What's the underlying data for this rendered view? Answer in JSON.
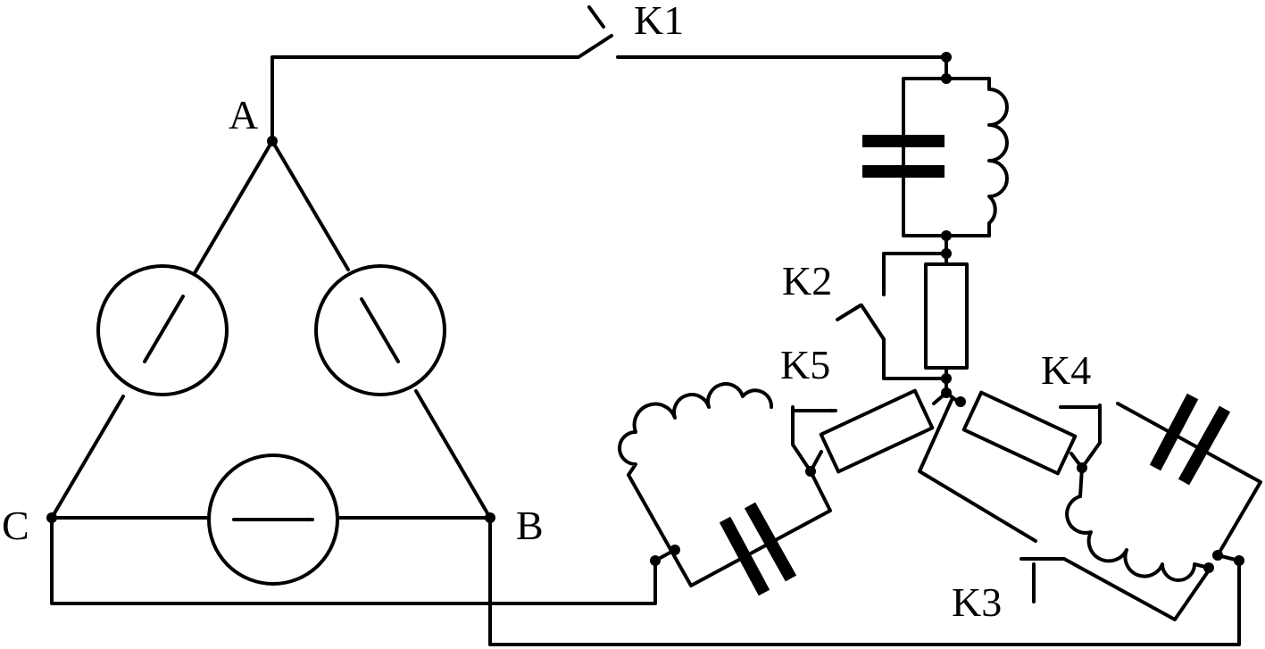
{
  "diagram": {
    "node_labels": {
      "a": "A",
      "b": "B",
      "c": "C"
    },
    "switch_labels": {
      "k1": "K1",
      "k2": "K2",
      "k3": "K3",
      "k4": "K4",
      "k5": "K5"
    },
    "colors": {
      "ink": "#000000",
      "background": "#ffffff"
    }
  }
}
